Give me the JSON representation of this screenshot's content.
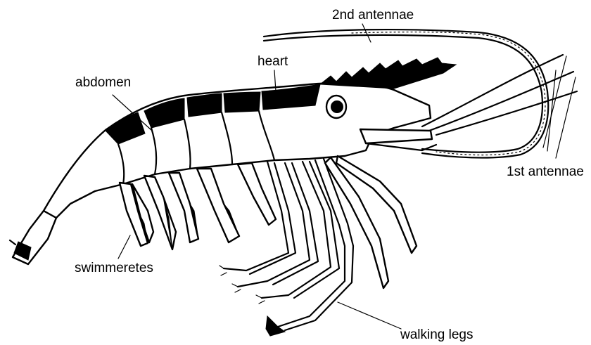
{
  "labels": {
    "second_antennae": "2nd antennae",
    "heart": "heart",
    "abdomen": "abdomen",
    "first_antennae": "1st antennae",
    "swimmeretes": "swimmeretes",
    "walking_legs": "walking legs"
  },
  "colors": {
    "ink": "#000000",
    "background": "#ffffff"
  }
}
